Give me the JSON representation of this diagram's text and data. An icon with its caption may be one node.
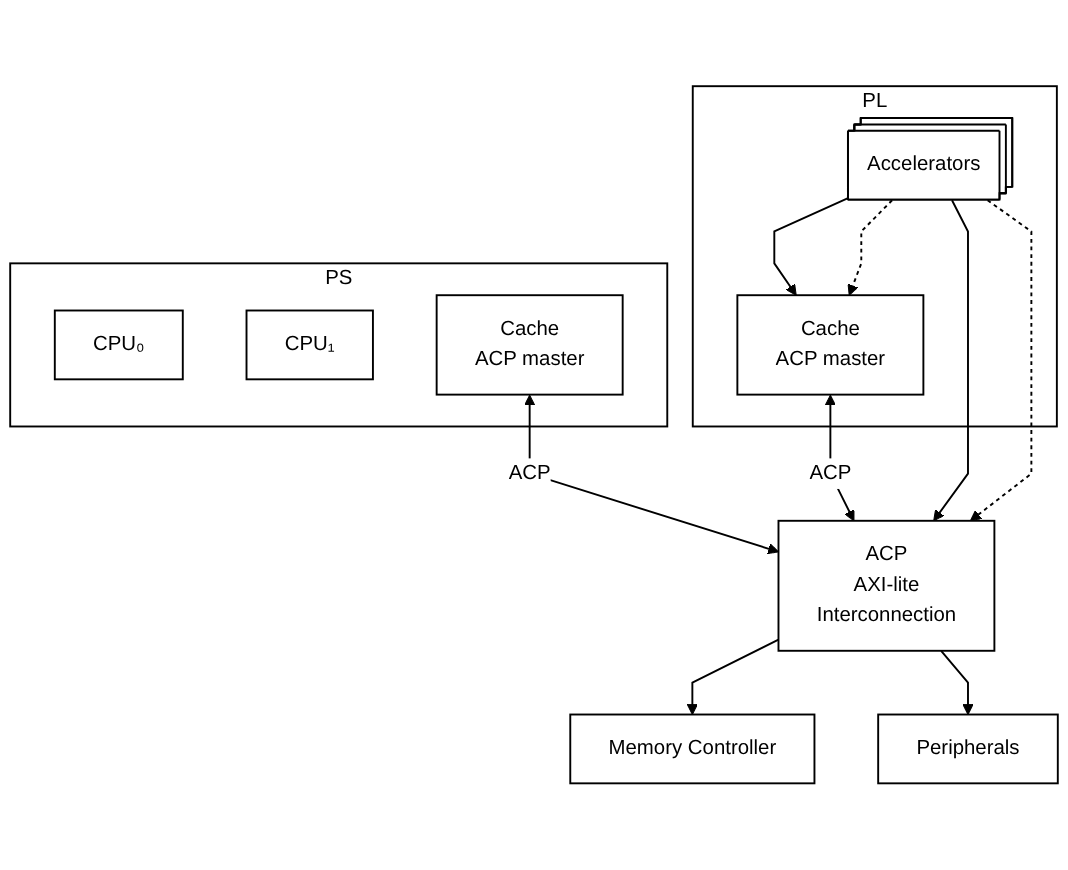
{
  "diagram": {
    "nodes": [
      {
        "text": [
          "PS"
        ]
      },
      {
        "text": [
          "CPU₀"
        ],
        "in": 0
      },
      {
        "text": [
          "CPU₁"
        ],
        "in": 0
      },
      {
        "text": [
          "Cache",
          "ACP master"
        ],
        "in": 0
      },
      {
        "text": [
          "PL"
        ]
      },
      {
        "text": [
          "Accelerators"
        ],
        "in": 4
      },
      {
        "text": [
          "Cache",
          "ACP master"
        ],
        "in": 4
      },
      {
        "text": [
          "ACP",
          "AXI-lite",
          "Interconnection"
        ]
      },
      {
        "text": [
          "Memory Controller"
        ]
      },
      {
        "text": [
          "Peripherals"
        ]
      }
    ],
    "edges": [
      {
        "from": 3,
        "to": 7,
        "arrow": "both",
        "label": "ACP"
      },
      {
        "from": 5,
        "to": 6,
        "arrow": "to"
      },
      {
        "from": 5,
        "to": 6,
        "arrow": "to",
        "style": "dashed"
      },
      {
        "from": 6,
        "to": 7,
        "arrow": "both",
        "label": "ACP"
      },
      {
        "from": 5,
        "to": 7,
        "arrow": "to"
      },
      {
        "from": 5,
        "to": 7,
        "arrow": "to",
        "style": "dashed"
      },
      {
        "from": 7,
        "to": 8,
        "arrow": "to"
      },
      {
        "from": 7,
        "to": 9,
        "arrow": "to"
      }
    ]
  }
}
